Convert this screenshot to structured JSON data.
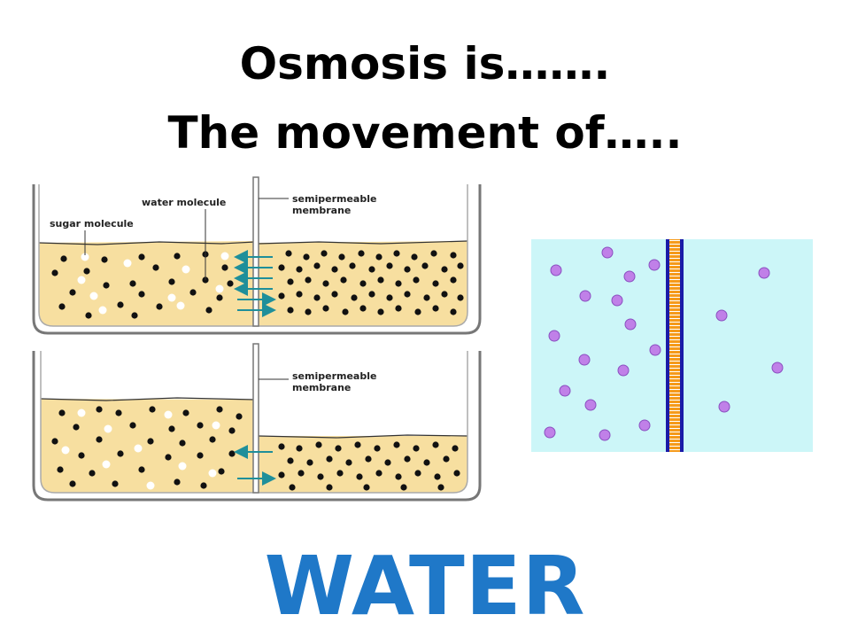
{
  "title": {
    "line1": "Osmosis is…….",
    "line2": "The movement of….."
  },
  "answer": "WATER",
  "top_beaker": {
    "label_water_molecule": "water molecule",
    "label_sugar_molecule": "sugar molecule",
    "label_membrane_line1": "semipermeable",
    "label_membrane_line2": "membrane"
  },
  "bottom_beaker": {
    "label_membrane_line1": "semipermeable",
    "label_membrane_line2": "membrane"
  },
  "colors": {
    "solution": "#f7dfa0",
    "water_panel": "#ccf6f8",
    "membrane_blue": "#1a1aa8",
    "membrane_orange": "#f59a1a",
    "solute": "#c080e8",
    "arrow": "#1f8f9a",
    "answer": "#1f78c8"
  }
}
